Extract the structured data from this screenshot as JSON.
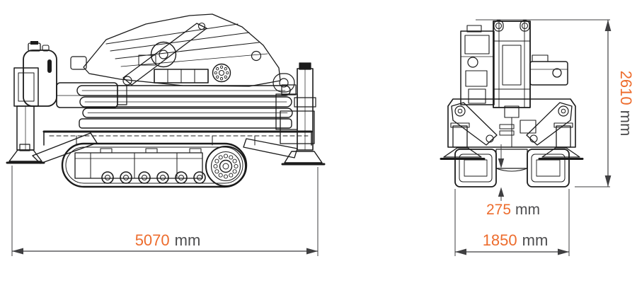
{
  "figure": {
    "kind": "technical-dimension-drawing",
    "accent_color": "#ED6C2D",
    "unit_color": "#4D4D4F",
    "drawing_line_color": "#1B1B1B",
    "dimension_line_color": "#3F3F41",
    "background_color": "#FFFFFF",
    "views": {
      "side": {
        "name": "side view of tracked machine"
      },
      "front": {
        "name": "front view of tracked machine"
      }
    },
    "dimensions": {
      "length": {
        "value": "5070",
        "unit": "mm",
        "orientation": "horizontal",
        "measures": "overall length, side view"
      },
      "height": {
        "value": "2610",
        "unit": "mm",
        "orientation": "vertical",
        "measures": "overall height, front view"
      },
      "clearance": {
        "value": "275",
        "unit": "mm",
        "orientation": "vertical",
        "measures": "ground clearance, front view"
      },
      "width": {
        "value": "1850",
        "unit": "mm",
        "orientation": "horizontal",
        "measures": "overall width, front view"
      }
    }
  }
}
